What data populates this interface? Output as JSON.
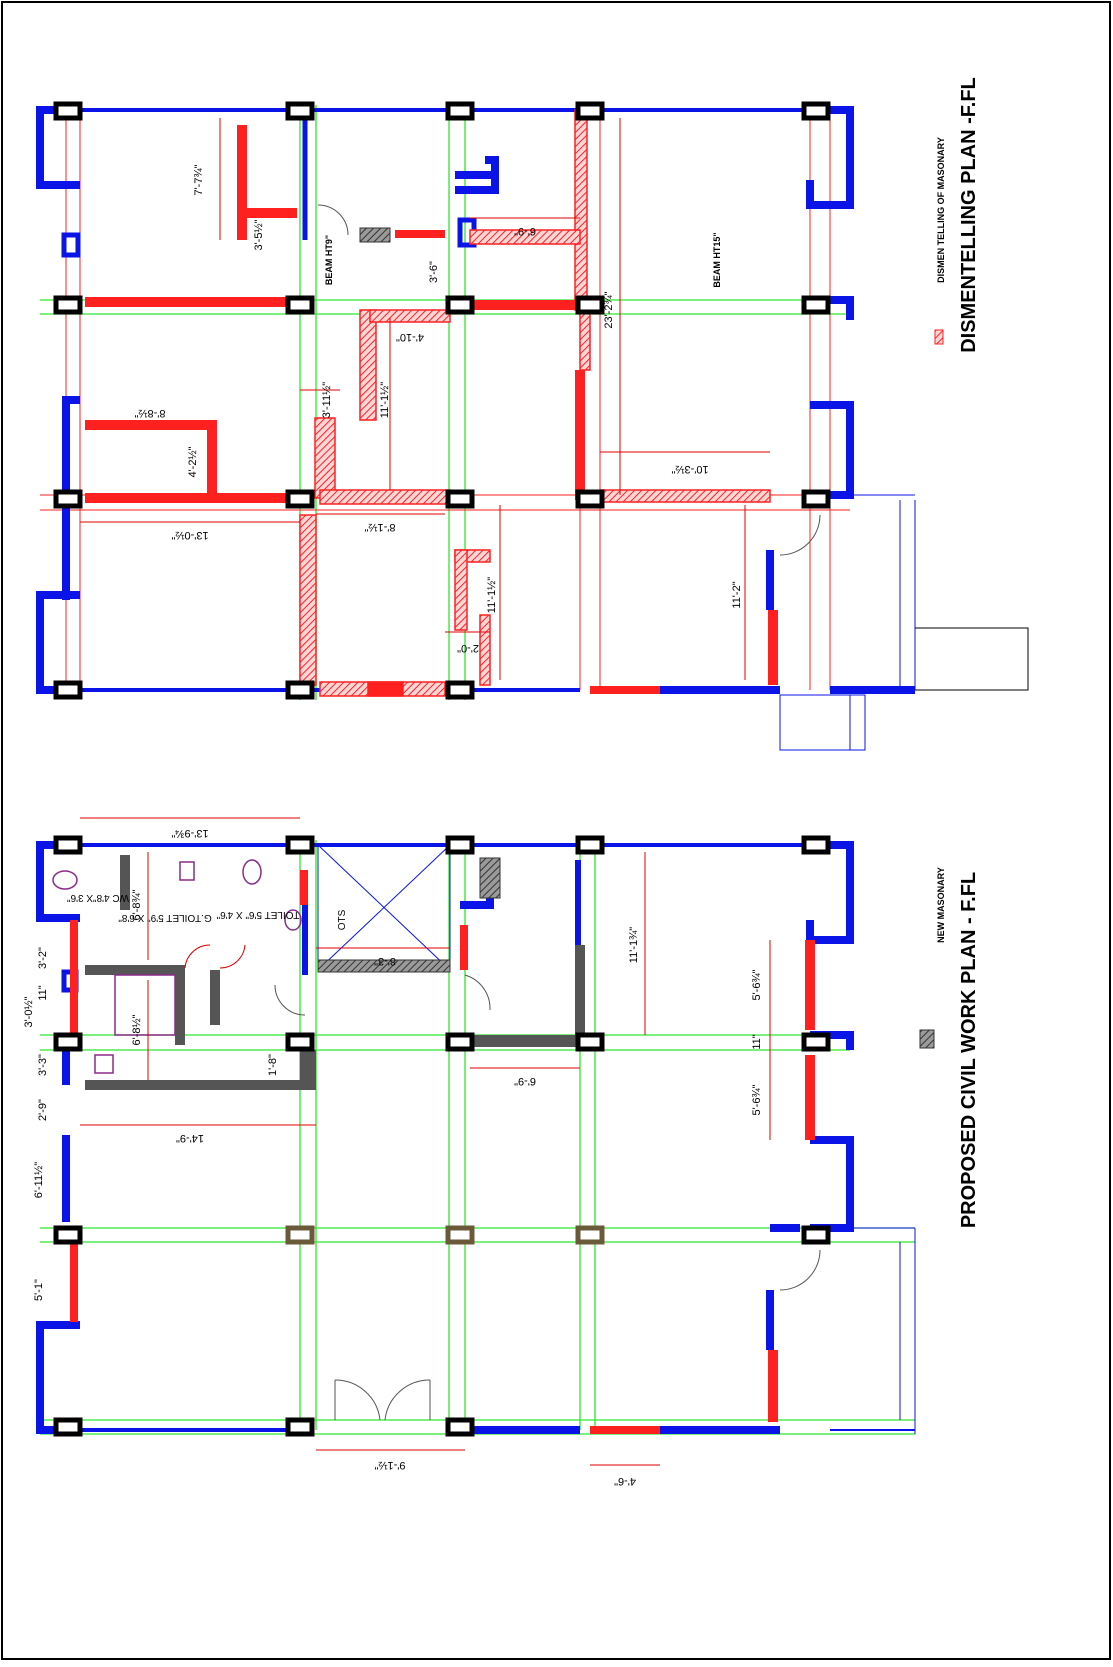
{
  "colors": {
    "wall_blue": "#0a14e6",
    "dismantle_red": "#ff1010",
    "new_masonry_grey": "#5a5a5a",
    "column_black": "#000000",
    "grid_green": "#2ee62e",
    "dim_red": "#e00000",
    "hatch_red": "#ff4040"
  },
  "top_plan": {
    "title": "DISMENTELLING PLAN -F.FL",
    "legend_label": "DISMEN TELLING OF MASONARY",
    "beam_labels": [
      "BEAM HT9\"",
      "BEAM HT15\""
    ],
    "dimensions": [
      "7'-7¾\"",
      "3'-5½\"",
      "6'-9\"",
      "3'-6\"",
      "23'-2¾\"",
      "4'-10\"",
      "3'-11½\"",
      "11'-1½\"",
      "8'-8½\"",
      "4'-2½\"",
      "10'-3½\"",
      "13'-0½\"",
      "8'-1½\"",
      "11'-1½\"",
      "2'-0\"",
      "11'-2\""
    ]
  },
  "bottom_plan": {
    "title": "PROPOSED CIVIL WORK PLAN - F.FL",
    "legend_label": "NEW MASONARY",
    "room_labels": [
      "WC 4'8\"X 3'6\"",
      "G.TOILET 5'9\" X 6'8\"",
      "TOILET 5'6\" X 4'6\"",
      "OTS"
    ],
    "dimensions": [
      "13'-9¾\"",
      "6'-8¾\"",
      "6'-8½\"",
      "1'-8\"",
      "14'-9\"",
      "3'-2\"",
      "11\"",
      "3'-0½\"",
      "3'-3\"",
      "2'-9\"",
      "6'-11½\"",
      "5'-1\"",
      "11'-1¾\"",
      "8'-3\"",
      "6'-9\"",
      "5'-6¾\"",
      "11\"",
      "5'-6¾\"",
      "9'-1½\"",
      "4'-6\""
    ]
  }
}
